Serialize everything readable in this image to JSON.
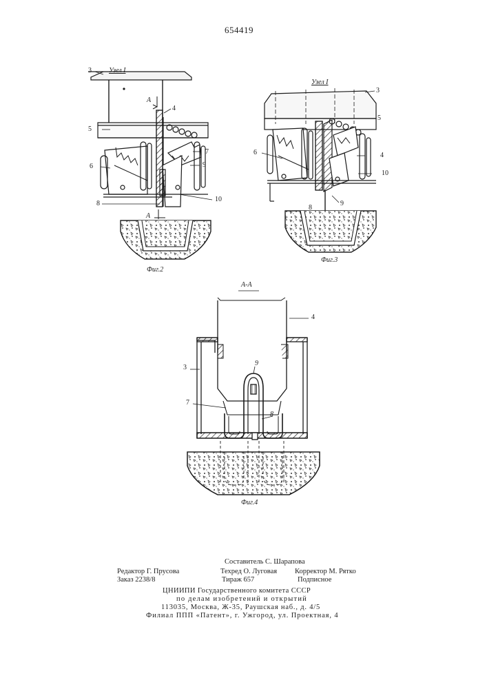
{
  "patent_number": "654419",
  "figures": {
    "fig2": {
      "caption": "Фиг.2",
      "node_label": "Узел I",
      "section_marks": [
        "А",
        "А"
      ],
      "part_labels": [
        "3",
        "4",
        "5",
        "6",
        "7",
        "8",
        "9",
        "10"
      ]
    },
    "fig3": {
      "caption": "Фиг.3",
      "node_label": "Узел I",
      "part_labels": [
        "3",
        "5",
        "6",
        "4",
        "10",
        "9",
        "8"
      ]
    },
    "fig4": {
      "caption": "Фиг.4",
      "section_title": "А-А",
      "part_labels": [
        "4",
        "3",
        "9",
        "7",
        "8"
      ]
    }
  },
  "imprint": {
    "compiler": "Составитель С. Шарапова",
    "editor": "Редактор Г. Прусова",
    "tech_editor": "Техред О. Луговая",
    "corrector": "Корректор М. Рятко",
    "order": "Заказ 2238/8",
    "circulation": "Тираж 657",
    "subscription": "Подписное",
    "org_line1": "ЦНИИПИ Государственного комитета СССР",
    "org_line2": "по делам изобретений и открытий",
    "org_address": "113035, Москва, Ж-35, Раушская наб., д. 4/5",
    "branch": "Филиал ППП «Патент», г. Ужгород, ул. Проектная, 4"
  }
}
